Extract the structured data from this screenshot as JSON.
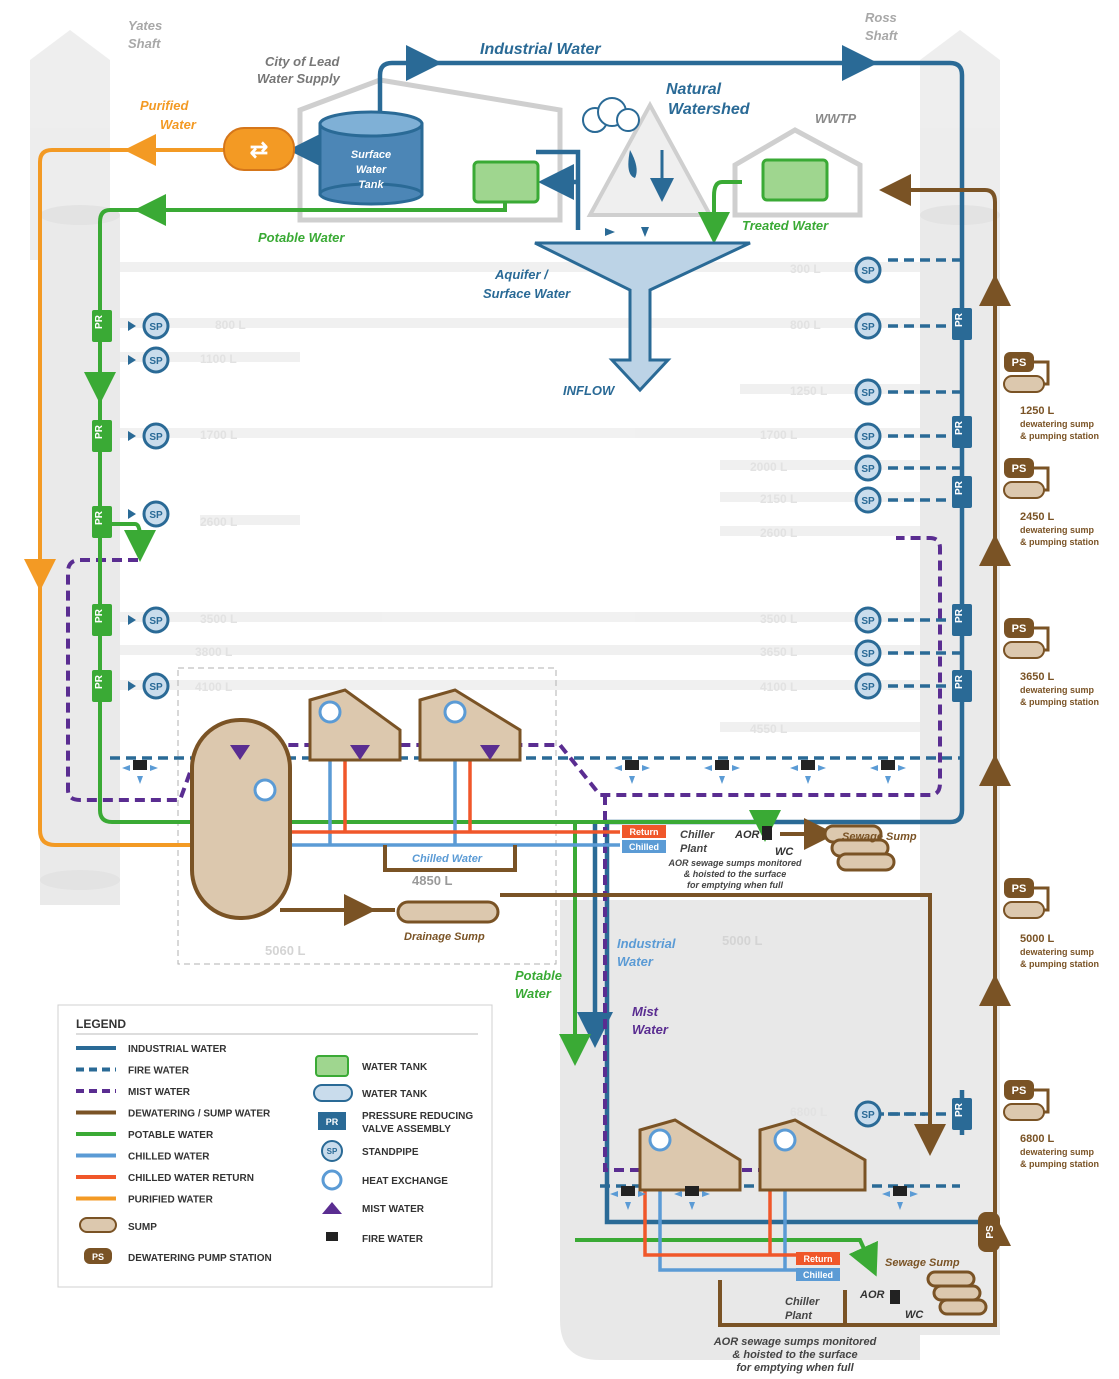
{
  "colors": {
    "industrial": "#2a6a96",
    "fire": "#2a6a96",
    "mist": "#5a2d91",
    "dewatering": "#7a5325",
    "potable": "#3aaa35",
    "chilled": "#5b9bd5",
    "chilled_return": "#f0572a",
    "purified": "#f39a24",
    "building_gray": "#d6d6d6",
    "sump_fill": "#dcc8ae"
  },
  "labels": {
    "yates_shaft": "Yates\nShaft",
    "ross_shaft": "Ross\nShaft",
    "industrial_water_top": "Industrial Water",
    "city_of_lead": "City of Lead\nWater Supply",
    "purified_water": "Purified\nWater",
    "surface_tank": "Surface\nWater\nTank",
    "natural_watershed": "Natural\nWatershed",
    "wwtp": "WWTP",
    "treated_water": "Treated Water",
    "potable_water": "Potable Water",
    "aquifer": "Aquifer /\nSurface Water",
    "inflow": "INFLOW",
    "chilled_water": "Chilled Water",
    "drainage_sump": "Drainage Sump",
    "industrial_water_mid": "Industrial\nWater",
    "potable_water_mid": "Potable\nWater",
    "mist_water": "Mist\nWater",
    "chiller_plant": "Chiller\nPlant",
    "aor": "AOR",
    "wc": "WC",
    "sewage_sump": "Sewage Sump",
    "return": "Return",
    "chilled": "Chilled",
    "aor_note": "AOR sewage sumps monitored\n& hoisted to the surface\nfor emptying when full",
    "level_4850": "4850 L",
    "level_5000": "5000 L",
    "level_5060": "5060 L"
  },
  "symbols": {
    "pr": "PR",
    "sp": "SP",
    "ps": "PS"
  },
  "right_levels": [
    "300 L",
    "800 L",
    "1250 L",
    "1700 L",
    "2000 L",
    "2150 L",
    "2600 L",
    "3500 L",
    "3650 L",
    "4100 L",
    "4550 L",
    "6800 L"
  ],
  "left_levels": [
    "800 L",
    "1100 L",
    "1700 L",
    "2600 L",
    "3500 L",
    "3800 L",
    "4100 L"
  ],
  "pump_stations": [
    {
      "level": "1250 L",
      "desc": "dewatering sump\n& pumping station"
    },
    {
      "level": "2450 L",
      "desc": "dewatering sump\n& pumping station"
    },
    {
      "level": "3650 L",
      "desc": "dewatering sump\n& pumping station"
    },
    {
      "level": "5000 L",
      "desc": "dewatering sump\n& pumping station"
    },
    {
      "level": "6800 L",
      "desc": "dewatering sump\n& pumping station"
    }
  ],
  "legend": {
    "title": "LEGEND",
    "lines": [
      {
        "label": "INDUSTRIAL WATER",
        "color": "#2a6a96",
        "dash": false
      },
      {
        "label": "FIRE WATER",
        "color": "#2a6a96",
        "dash": true
      },
      {
        "label": "MIST WATER",
        "color": "#5a2d91",
        "dash": true
      },
      {
        "label": "DEWATERING / SUMP WATER",
        "color": "#7a5325",
        "dash": false
      },
      {
        "label": "POTABLE WATER",
        "color": "#3aaa35",
        "dash": false
      },
      {
        "label": "CHILLED WATER",
        "color": "#5b9bd5",
        "dash": false
      },
      {
        "label": "CHILLED WATER RETURN",
        "color": "#f0572a",
        "dash": false
      },
      {
        "label": "PURIFIED WATER",
        "color": "#f39a24",
        "dash": false
      }
    ],
    "sump": "SUMP",
    "pump_station": "DEWATERING PUMP STATION",
    "symbols": [
      "WATER TANK",
      "WATER TANK",
      "PRESSURE REDUCING\nVALVE ASSEMBLY",
      "STANDPIPE",
      "HEAT EXCHANGE",
      "MIST WATER",
      "FIRE WATER"
    ]
  }
}
